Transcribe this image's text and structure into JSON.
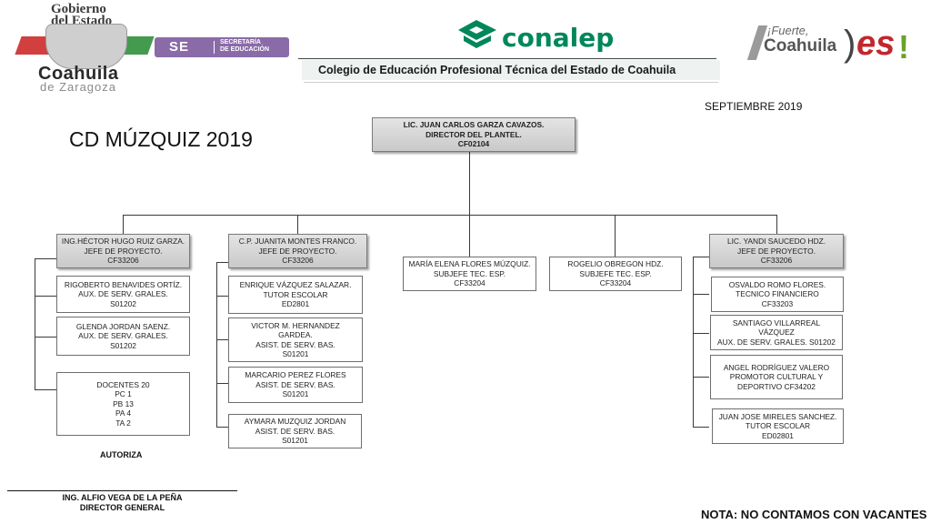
{
  "header": {
    "gobierno_line1": "Gobierno",
    "gobierno_line2": "del Estado",
    "state_name": "Coahuila",
    "state_sub": "de Zaragoza",
    "se_label": "SE",
    "se_sub1": "SECRETARÍA",
    "se_sub2": "DE EDUCACIÓN",
    "conalep": "conalep",
    "college": "Colegio de Educación Profesional Técnica del Estado de Coahuila",
    "fuerte_small": "¡Fuerte,",
    "fuerte_big": "Coahuila",
    "fuerte_es": "es",
    "fuerte_excl": "!"
  },
  "date": "SEPTIEMBRE  2019",
  "plant_title": "CD MÚZQUIZ 2019",
  "director": [
    "LIC. JUAN CARLOS GARZA CAVAZOS.",
    "DIRECTOR  DEL PLANTEL.",
    "CF02104"
  ],
  "branches": [
    {
      "head": [
        "ING.HÉCTOR HUGO RUIZ GARZA.",
        "JEFE DE PROYECTO.",
        "CF33206"
      ],
      "children": [
        [
          "RIGOBERTO BENAVIDES ORTÍZ.",
          "AUX. DE SERV. GRALES.",
          "S01202"
        ],
        [
          "GLENDA JORDAN SAENZ.",
          "AUX. DE SERV. GRALES.",
          "S01202"
        ],
        [
          "DOCENTES 20",
          "PC  1",
          "PB 13",
          "PA 4",
          "TA  2"
        ]
      ]
    },
    {
      "head": [
        "C.P. JUANITA MONTES FRANCO.",
        "JEFE DE PROYECTO.",
        "CF33206"
      ],
      "children": [
        [
          "ENRIQUE VÁZQUEZ SALAZAR.",
          "TUTOR ESCOLAR",
          "ED2801"
        ],
        [
          "VICTOR M. HERNANDEZ",
          "GARDEA.",
          "ASIST. DE SERV. BAS.",
          "S01201"
        ],
        [
          "MARCARIO PEREZ FLORES",
          "ASIST. DE SERV. BAS.",
          "S01201"
        ],
        [
          "AYMARA MUZQUIZ JORDAN",
          "ASIST. DE SERV. BAS.",
          "S01201"
        ]
      ]
    },
    {
      "head": [
        "MARÍA ELENA FLORES MÚZQUIZ.",
        "SUBJEFE TEC. ESP.",
        "CF33204"
      ],
      "children": []
    },
    {
      "head": [
        "ROGELIO OBREGON HDZ.",
        "SUBJEFE TEC. ESP.",
        "CF33204"
      ],
      "children": []
    },
    {
      "head": [
        "LIC. YANDI  SAUCEDO HDZ.",
        "JEFE DE PROYECTO.",
        "CF33206"
      ],
      "children": [
        [
          "OSVALDO ROMO FLORES.",
          "TECNICO FINANCIERO",
          "CF33203"
        ],
        [
          "SANTIAGO VILLARREAL",
          "VÁZQUEZ",
          "AUX. DE SERV. GRALES. S01202"
        ],
        [
          "ANGEL RODRÍGUEZ VALERO",
          "PROMOTOR CULTURAL Y",
          "DEPORTIVO CF34202"
        ],
        [
          "JUAN JOSE MIRELES SANCHEZ.",
          "TUTOR ESCOLAR",
          "ED02801"
        ]
      ]
    }
  ],
  "autoriza": "AUTORIZA",
  "signature": [
    "ING. ALFIO VEGA DE LA PEÑA",
    "DIRECTOR GENERAL"
  ],
  "nota": "NOTA: NO CONTAMOS CON VACANTES",
  "colors": {
    "conalep_green": "#00875a",
    "se_purple": "#8a6ba8",
    "es_red": "#c0282d",
    "excl_green": "#6aa12b"
  }
}
